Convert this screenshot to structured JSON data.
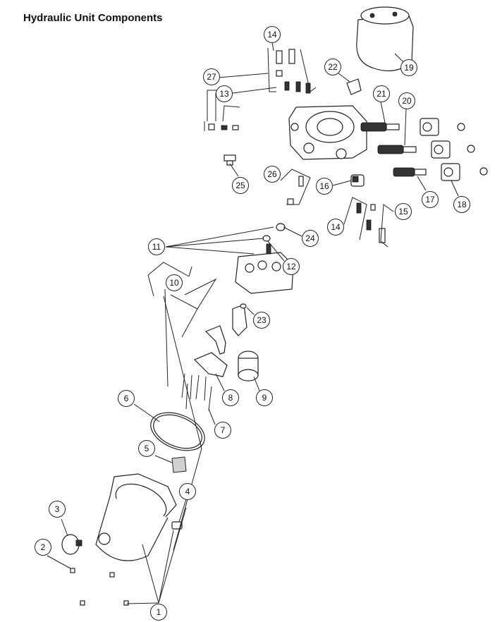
{
  "title": "Hydraulic Unit Components",
  "callouts": [
    "1",
    "2",
    "3",
    "4",
    "5",
    "6",
    "7",
    "8",
    "9",
    "10",
    "11",
    "12",
    "13",
    "14",
    "14",
    "15",
    "16",
    "17",
    "18",
    "19",
    "20",
    "21",
    "22",
    "23",
    "24",
    "25",
    "26",
    "27"
  ]
}
